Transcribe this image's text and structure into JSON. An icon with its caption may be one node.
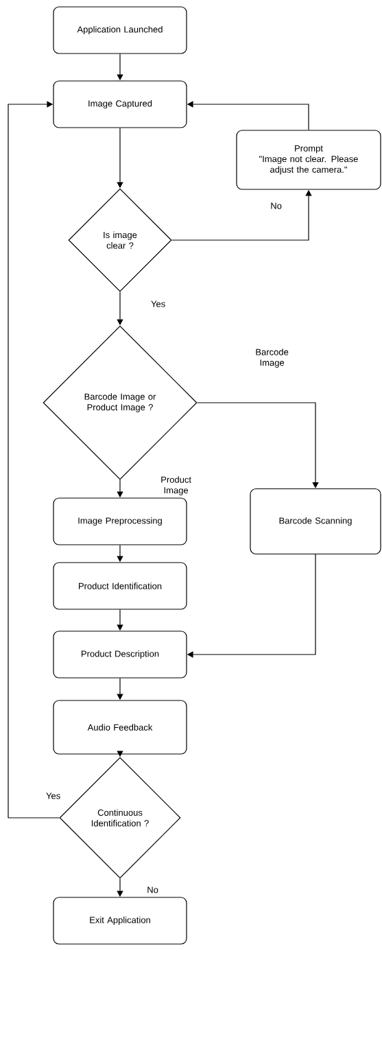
{
  "diagram": {
    "nodes": [
      {
        "text": [
          "Application Launched"
        ]
      },
      {
        "text": [
          "Image Captured"
        ]
      },
      {
        "text": [
          "Prompt",
          "\"Image not clear. Please adjust the camera.\""
        ]
      },
      {
        "text": [
          "Is image clear ?"
        ]
      },
      {
        "text": [
          "Barcode Image or Product Image ?"
        ]
      },
      {
        "text": [
          "Image Preprocessing"
        ]
      },
      {
        "text": [
          "Barcode Scanning"
        ]
      },
      {
        "text": [
          "Product Identification"
        ]
      },
      {
        "text": [
          "Product Description"
        ]
      },
      {
        "text": [
          "Audio Feedback"
        ]
      },
      {
        "text": [
          "Continuous Identification ?"
        ]
      },
      {
        "text": [
          "Exit Application"
        ]
      }
    ],
    "edges": [
      {
        "from": 0,
        "to": 1,
        "arrow": "to"
      },
      {
        "from": 2,
        "to": 1,
        "arrow": "to"
      },
      {
        "from": 1,
        "to": 3,
        "arrow": "to"
      },
      {
        "from": 3,
        "to": 2,
        "arrow": "to",
        "label": "No"
      },
      {
        "from": 3,
        "to": 4,
        "arrow": "to",
        "label": "Yes"
      },
      {
        "from": 4,
        "to": 6,
        "arrow": "to",
        "label": "Barcode Image"
      },
      {
        "from": 4,
        "to": 5,
        "arrow": "to",
        "label": "Product Image"
      },
      {
        "from": 5,
        "to": 7,
        "arrow": "to"
      },
      {
        "from": 7,
        "to": 8,
        "arrow": "to"
      },
      {
        "from": 6,
        "to": 8,
        "arrow": "to"
      },
      {
        "from": 8,
        "to": 9,
        "arrow": "to"
      },
      {
        "from": 9,
        "to": 10,
        "arrow": "to"
      },
      {
        "from": 10,
        "to": 1,
        "arrow": "to",
        "label": "Yes"
      },
      {
        "from": 10,
        "to": 11,
        "arrow": "to",
        "label": "No"
      }
    ]
  }
}
